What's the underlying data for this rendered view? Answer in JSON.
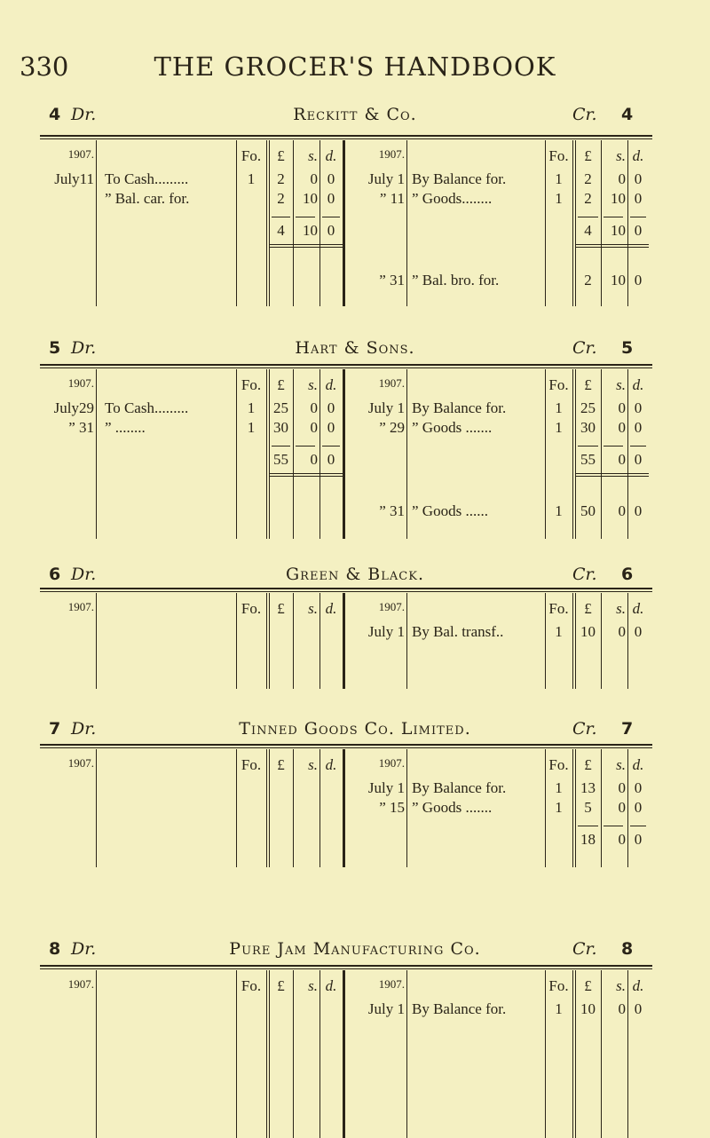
{
  "page": {
    "number": "330",
    "title": "THE GROCER'S HANDBOOK"
  },
  "columns": {
    "year": "1907.",
    "fo": "Fo.",
    "pounds": "£",
    "shillings": "s.",
    "pence": "d."
  },
  "sections": [
    {
      "number": "4",
      "dr": "Dr.",
      "title": "Reckitt & Co.",
      "cr": "Cr.",
      "rows": [
        {
          "type": "entry",
          "l": [
            "July11",
            "To Cash.........",
            "1",
            "2",
            "0",
            "0"
          ],
          "r": [
            "July 1",
            "By Balance for.",
            "1",
            "2",
            "0",
            "0"
          ]
        },
        {
          "type": "entry",
          "l": [
            "",
            "” Bal. car. for.",
            "",
            "2",
            "10",
            "0"
          ],
          "r": [
            "” 11",
            "” Goods........",
            "1",
            "2",
            "10",
            "0"
          ]
        },
        {
          "type": "dash",
          "sides": "both"
        },
        {
          "type": "entry",
          "l": [
            "",
            "",
            "",
            "4",
            "10",
            "0"
          ],
          "r": [
            "",
            "",
            "",
            "4",
            "10",
            "0"
          ]
        },
        {
          "type": "dbl",
          "sides": "both"
        },
        {
          "type": "entry",
          "l": [
            "",
            "",
            "",
            "",
            "",
            ""
          ],
          "r": [
            "” 31",
            "” Bal. bro. for.",
            "",
            "2",
            "10",
            "0"
          ]
        }
      ]
    },
    {
      "number": "5",
      "dr": "Dr.",
      "title": "Hart & Sons.",
      "cr": "Cr.",
      "rows": [
        {
          "type": "entry",
          "l": [
            "July29",
            "To Cash.........",
            "1",
            "25",
            "0",
            "0"
          ],
          "r": [
            "July 1",
            "By Balance for.",
            "1",
            "25",
            "0",
            "0"
          ]
        },
        {
          "type": "entry",
          "l": [
            "” 31",
            "”  ........",
            "1",
            "30",
            "0",
            "0"
          ],
          "r": [
            "” 29",
            "” Goods .......",
            "1",
            "30",
            "0",
            "0"
          ]
        },
        {
          "type": "dash",
          "sides": "both"
        },
        {
          "type": "entry",
          "l": [
            "",
            "",
            "",
            "55",
            "0",
            "0"
          ],
          "r": [
            "",
            "",
            "",
            "55",
            "0",
            "0"
          ]
        },
        {
          "type": "dbl",
          "sides": "both"
        },
        {
          "type": "entry",
          "l": [
            "",
            "",
            "",
            "",
            "",
            ""
          ],
          "r": [
            "” 31",
            "” Goods ......",
            "1",
            "50",
            "0",
            "0"
          ]
        }
      ]
    },
    {
      "number": "6",
      "dr": "Dr.",
      "title": "Green & Black.",
      "cr": "Cr.",
      "rows": [
        {
          "type": "entry",
          "l": [
            "",
            "",
            "",
            "",
            "",
            ""
          ],
          "r": [
            "July 1",
            "By Bal. transf..",
            "1",
            "10",
            "0",
            "0"
          ]
        }
      ]
    },
    {
      "number": "7",
      "dr": "Dr.",
      "title": "Tinned Goods Co. Limited.",
      "cr": "Cr.",
      "rows": [
        {
          "type": "entry",
          "l": [
            "",
            "",
            "",
            "",
            "",
            ""
          ],
          "r": [
            "July 1",
            "By Balance for.",
            "1",
            "13",
            "0",
            "0"
          ]
        },
        {
          "type": "entry",
          "l": [
            "",
            "",
            "",
            "",
            "",
            ""
          ],
          "r": [
            "” 15",
            "” Goods .......",
            "1",
            "5",
            "0",
            "0"
          ]
        },
        {
          "type": "dash",
          "sides": "right"
        },
        {
          "type": "entry",
          "l": [
            "",
            "",
            "",
            "",
            "",
            ""
          ],
          "r": [
            "",
            "",
            "",
            "18",
            "0",
            "0"
          ]
        }
      ]
    },
    {
      "number": "8",
      "dr": "Dr.",
      "title": "Pure Jam Manufacturing Co.",
      "cr": "Cr.",
      "rows": [
        {
          "type": "entry",
          "l": [
            "",
            "",
            "",
            "",
            "",
            ""
          ],
          "r": [
            "July 1",
            "By Balance for.",
            "1",
            "10",
            "0",
            "0"
          ]
        }
      ]
    }
  ]
}
